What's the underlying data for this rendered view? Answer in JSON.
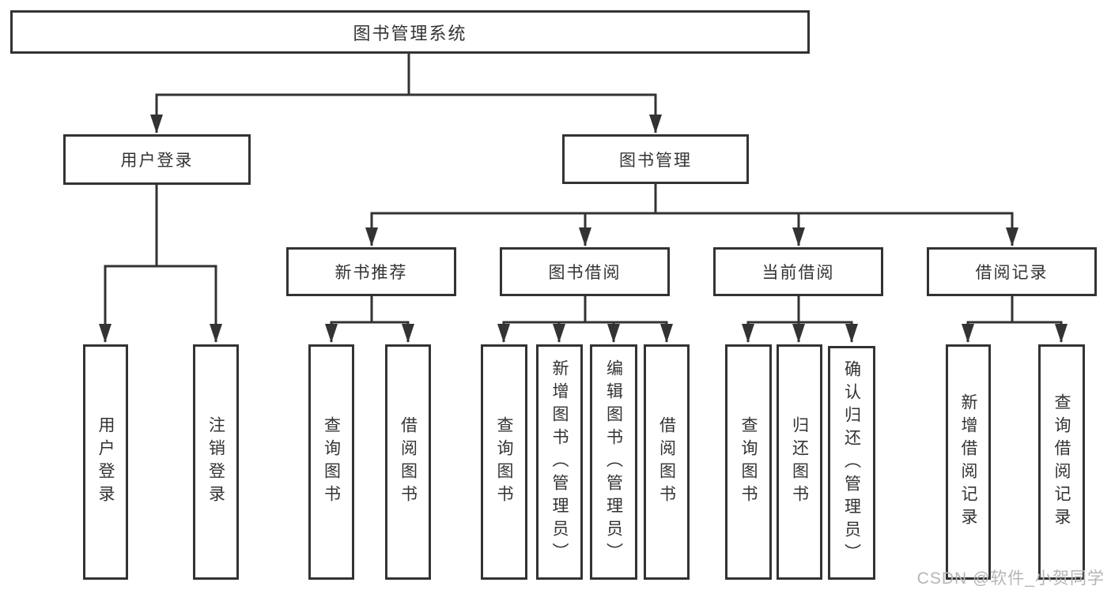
{
  "diagram": {
    "type": "tree",
    "root": {
      "label": "图书管理系统",
      "children": [
        {
          "label": "用户登录",
          "children": [
            {
              "label": "用户登录"
            },
            {
              "label": "注销登录"
            }
          ]
        },
        {
          "label": "图书管理",
          "children": [
            {
              "label": "新书推荐",
              "children": [
                {
                  "label": "查询图书"
                },
                {
                  "label": "借阅图书"
                }
              ]
            },
            {
              "label": "图书借阅",
              "children": [
                {
                  "label": "查询图书"
                },
                {
                  "label": "新增图书（管理员）"
                },
                {
                  "label": "编辑图书（管理员）"
                },
                {
                  "label": "借阅图书"
                }
              ]
            },
            {
              "label": "当前借阅",
              "children": [
                {
                  "label": "查询图书"
                },
                {
                  "label": "归还图书"
                },
                {
                  "label": "确认归还（管理员）"
                }
              ]
            },
            {
              "label": "借阅记录",
              "children": [
                {
                  "label": "新增借阅记录"
                },
                {
                  "label": "查询借阅记录"
                }
              ]
            }
          ]
        }
      ]
    }
  },
  "watermark": {
    "text": "CSDN @软件_小贺同学"
  },
  "colors": {
    "line": "#333333",
    "text": "#333333",
    "watermark": "#b5b5b5",
    "background": "#ffffff"
  }
}
